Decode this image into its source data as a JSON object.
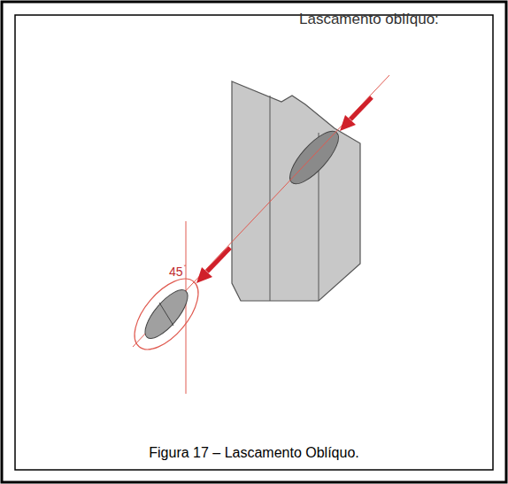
{
  "diagram": {
    "title": "Lascamento oblíquo:",
    "caption": "Figura 17 – Lascamento Oblíquo.",
    "labels": [
      "45"
    ]
  }
}
